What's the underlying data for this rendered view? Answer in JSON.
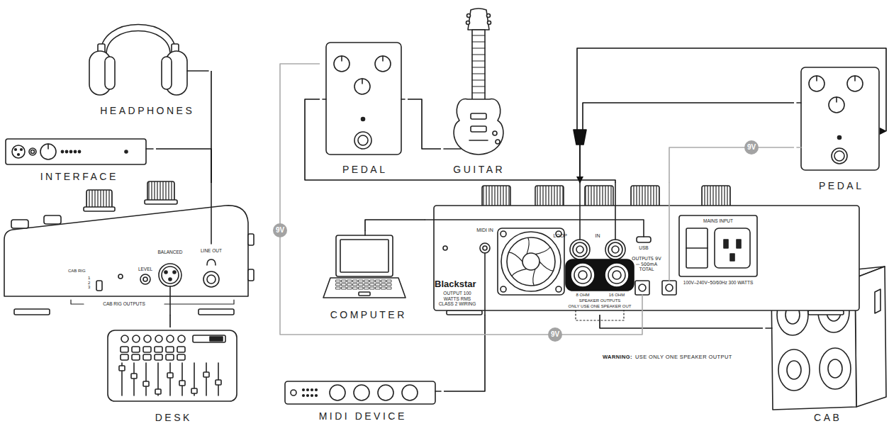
{
  "diagram": {
    "nodes": [
      {
        "text": [
          "HEADPHONES"
        ]
      },
      {
        "text": [
          "INTERFACE"
        ]
      },
      {
        "text": [
          "CAB RIG",
          "1 2 3",
          "LEVEL",
          "BALANCED",
          "LINE OUT",
          "CAB RIG OUTPUTS"
        ]
      },
      {
        "text": [
          "DESK"
        ]
      },
      {
        "text": [
          "PEDAL"
        ]
      },
      {
        "text": [
          "GUITAR"
        ]
      },
      {
        "text": [
          "PEDAL"
        ]
      },
      {
        "text": [
          "COMPUTER"
        ]
      },
      {
        "text": [
          "MIDI IN",
          "Blackstar",
          "OUTPUT 100 WATTS RMS CLASS 2 WIRING",
          "LOOP",
          "IN",
          "USB",
          "8 OHM",
          "16 OHM",
          "SPEAKER OUTPUTS",
          "ONLY USE ONE SPEAKER OUT",
          "OUTPUTS 9V ⎓ 500mA TOTAL",
          "MAINS INPUT",
          "100V–240V~50/60Hz 300 WATTS"
        ]
      },
      {
        "text": [
          "MIDI DEVICE"
        ]
      },
      {
        "text": [
          "CAB"
        ]
      }
    ],
    "edges": [
      {
        "from": 0,
        "to": 2,
        "arrow": "none"
      },
      {
        "from": 1,
        "to": 2,
        "arrow": "none"
      },
      {
        "from": 3,
        "to": 2,
        "arrow": "none"
      },
      {
        "from": 5,
        "to": 4,
        "arrow": "none"
      },
      {
        "from": 4,
        "to": 8,
        "arrow": "none"
      },
      {
        "from": 8,
        "to": 6,
        "arrow": "to"
      },
      {
        "from": 6,
        "to": 8,
        "arrow": "to"
      },
      {
        "from": 7,
        "to": 8,
        "arrow": "none"
      },
      {
        "from": 9,
        "to": 8,
        "arrow": "none"
      },
      {
        "from": 8,
        "to": 10,
        "arrow": "none"
      },
      {
        "from": 8,
        "to": 4,
        "arrow": "none",
        "label": "9V"
      },
      {
        "from": 8,
        "to": 6,
        "arrow": "none",
        "label": "9V"
      }
    ],
    "labels": [
      "9V",
      "WARNING:",
      "USE ONLY ONE SPEAKER OUTPUT"
    ]
  }
}
